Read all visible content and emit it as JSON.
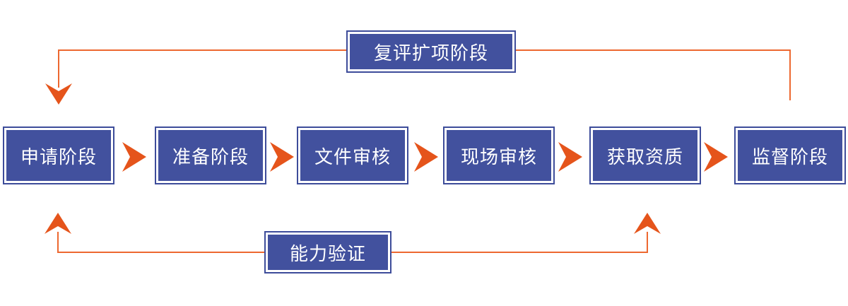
{
  "diagram": {
    "type": "flowchart",
    "background": "#ffffff",
    "colors": {
      "box_fill": "#42519E",
      "box_border": "#3D4C9A",
      "box_text": "#FFFFFF",
      "arrow_orange": "#E5541B",
      "line_orange": "#ED6830"
    },
    "stages": [
      "申请阶段",
      "准备阶段",
      "文件审核",
      "现场审核",
      "获取资质",
      "监督阶段"
    ],
    "feedback_top": {
      "label": "复评扩项阶段"
    },
    "feedback_bottom": {
      "label": "能力验证"
    }
  }
}
